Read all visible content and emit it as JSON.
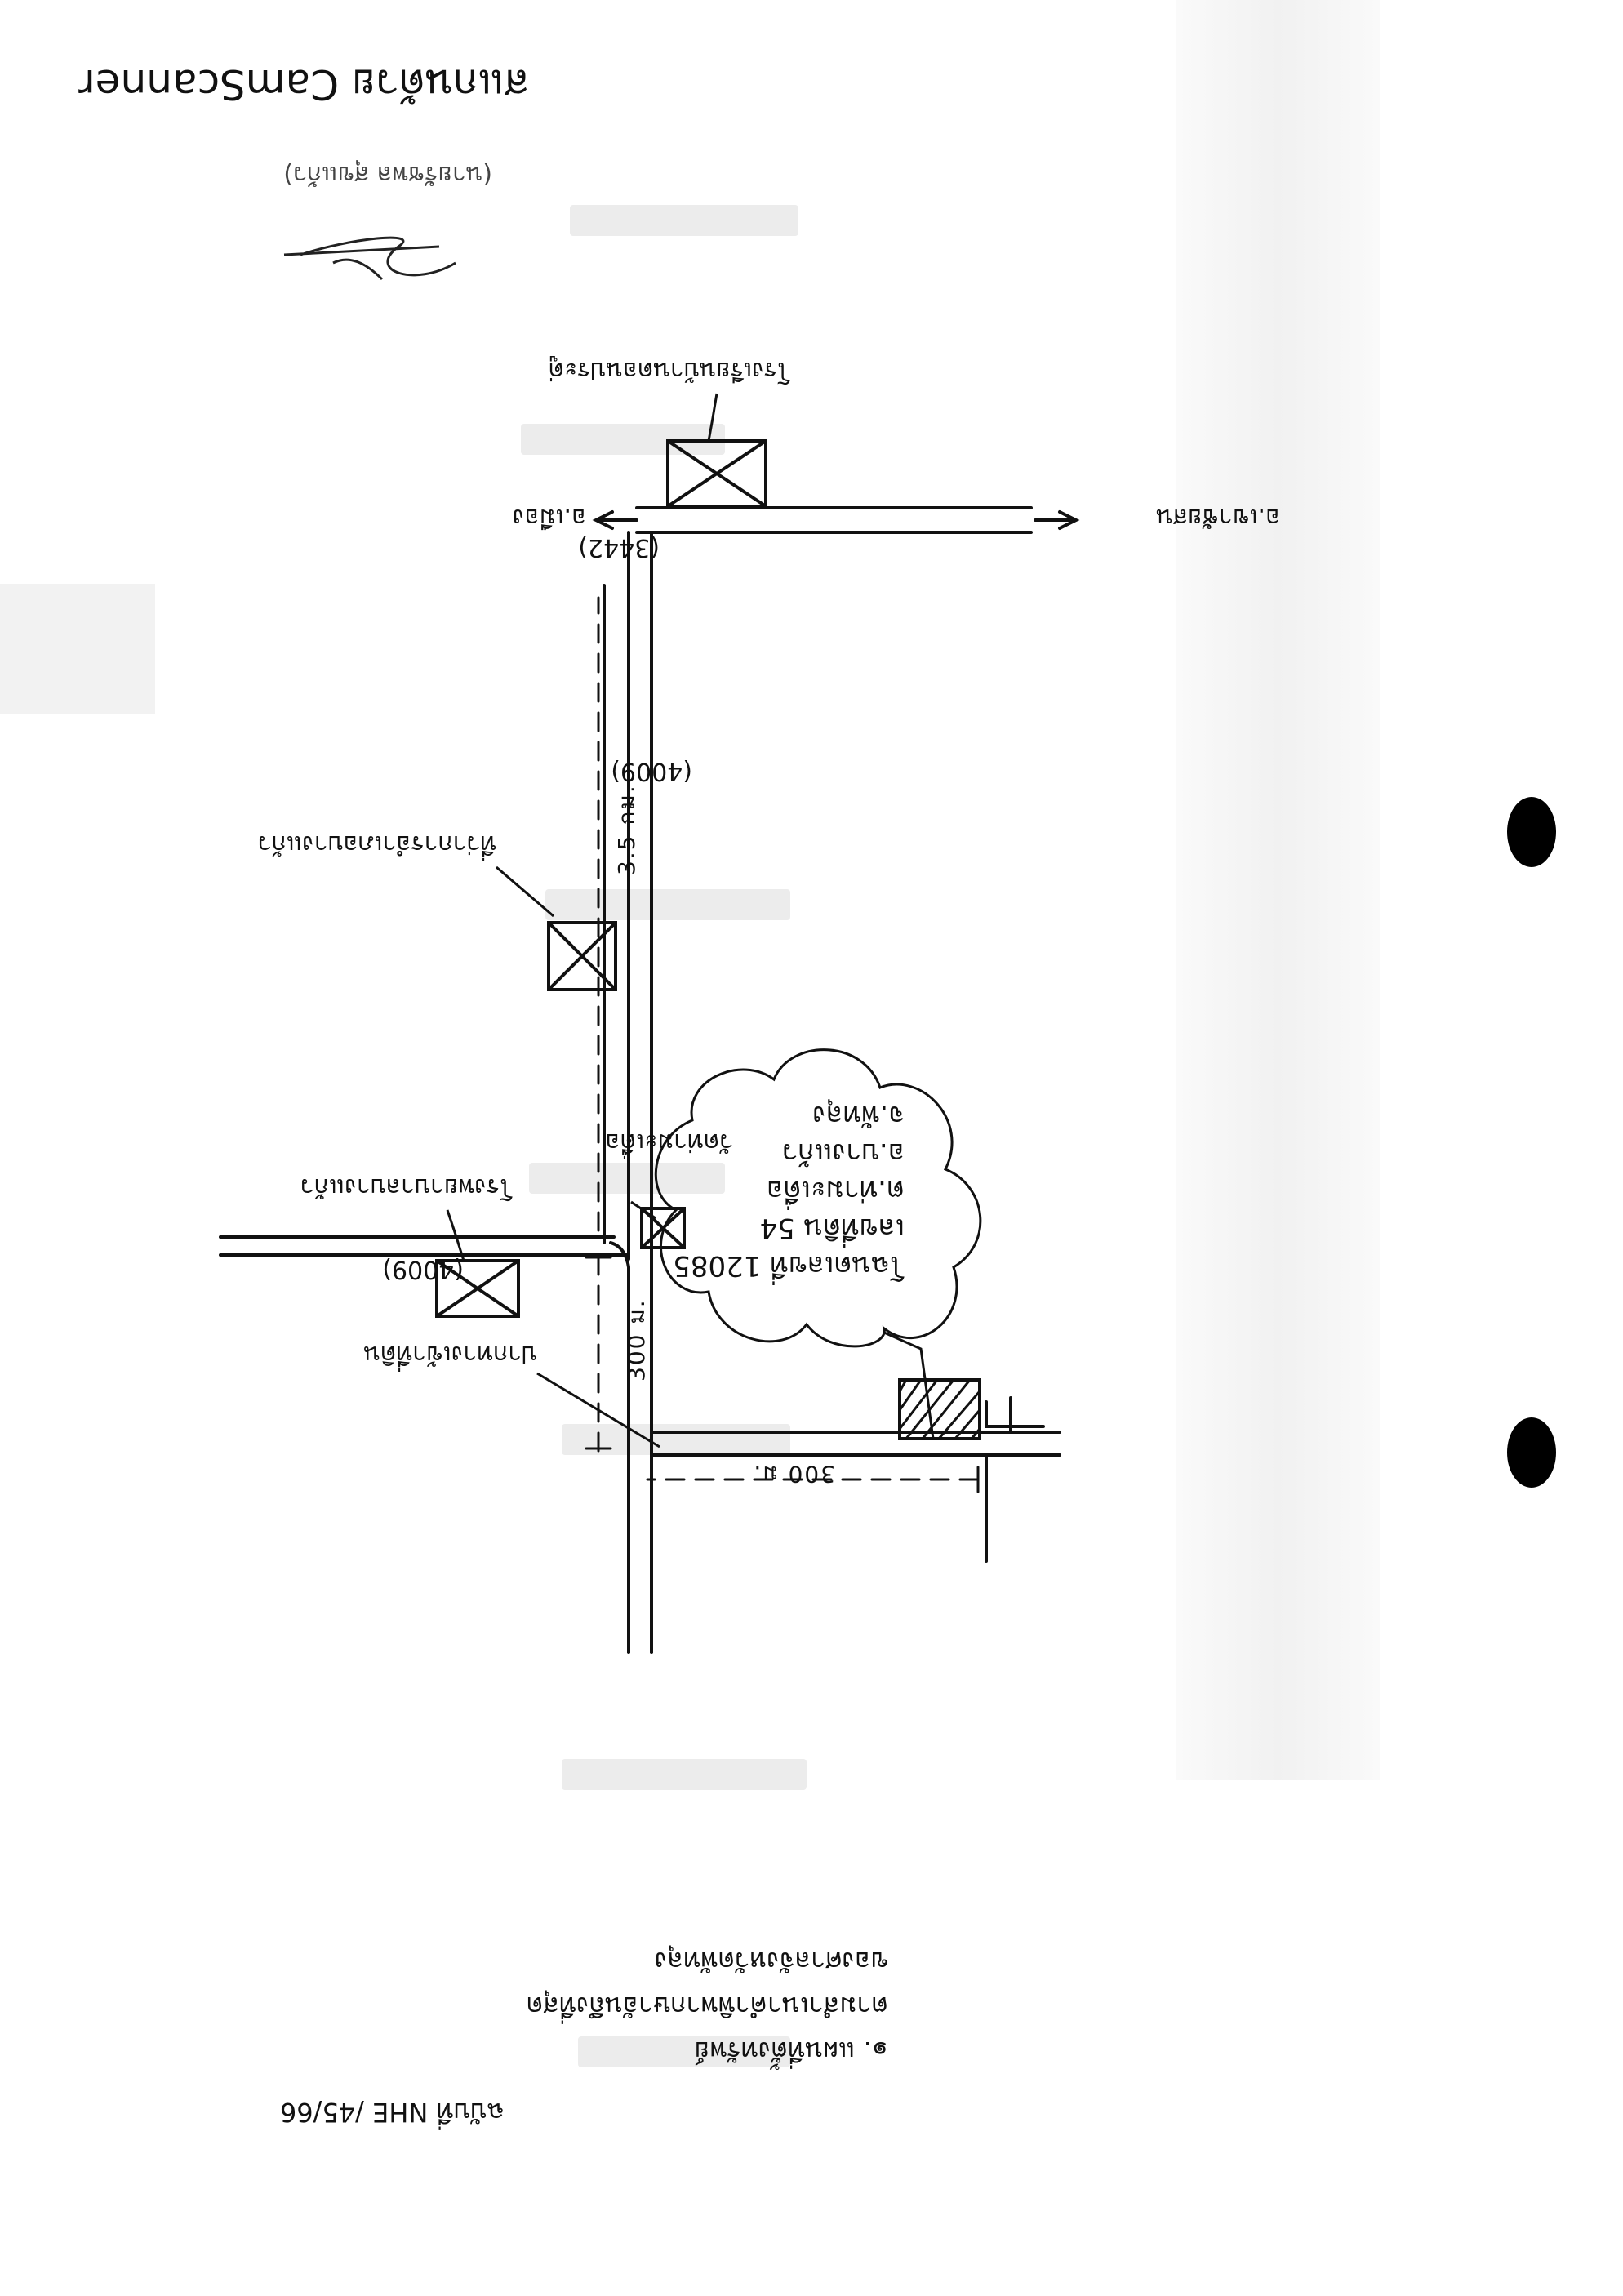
{
  "header": {
    "ref": "ฉบับที่ NHE /45/66",
    "lines": [
      "๑. แผนที่ตั้งทรัพย์",
      "ตามสำเนาคำพิพากษาอันถึงที่สุด",
      "ของศาลจังหวัดพัทลุง"
    ]
  },
  "map": {
    "landmarks": {
      "school": "โรงเรียนบ้านดอนประดู่",
      "subdistrict": "ที่ว่าการอำเภอบางแก้ว",
      "hospital": "โรงพยาบาลบางแก้ว",
      "temple": "วัดท่ามะเดื่อ",
      "entrance": "ปากทางเข้าที่ดิน"
    },
    "roads": {
      "main_code": "(3442)",
      "upper_code": "(4009)",
      "junction_code": "(4009)"
    },
    "directions": {
      "left": "อ.เขาชัยสน",
      "right": "อ.เมือง"
    },
    "distances": {
      "h300": "300 ม.",
      "v300": "300 ม.",
      "km": "3.5 กม."
    }
  },
  "parcel": {
    "deed": "โฉนดเลขที่ 12085",
    "land_no": "เลขที่ดิน 54",
    "village": "ต.ท่ามะเดื่อ",
    "district": "อ.บางแก้ว",
    "province": "จ.พัทลุง"
  },
  "footer": {
    "signer": "(นายรัชพล สุขแก้ว)",
    "watermark": "สแกนด้วย CamScanner"
  }
}
